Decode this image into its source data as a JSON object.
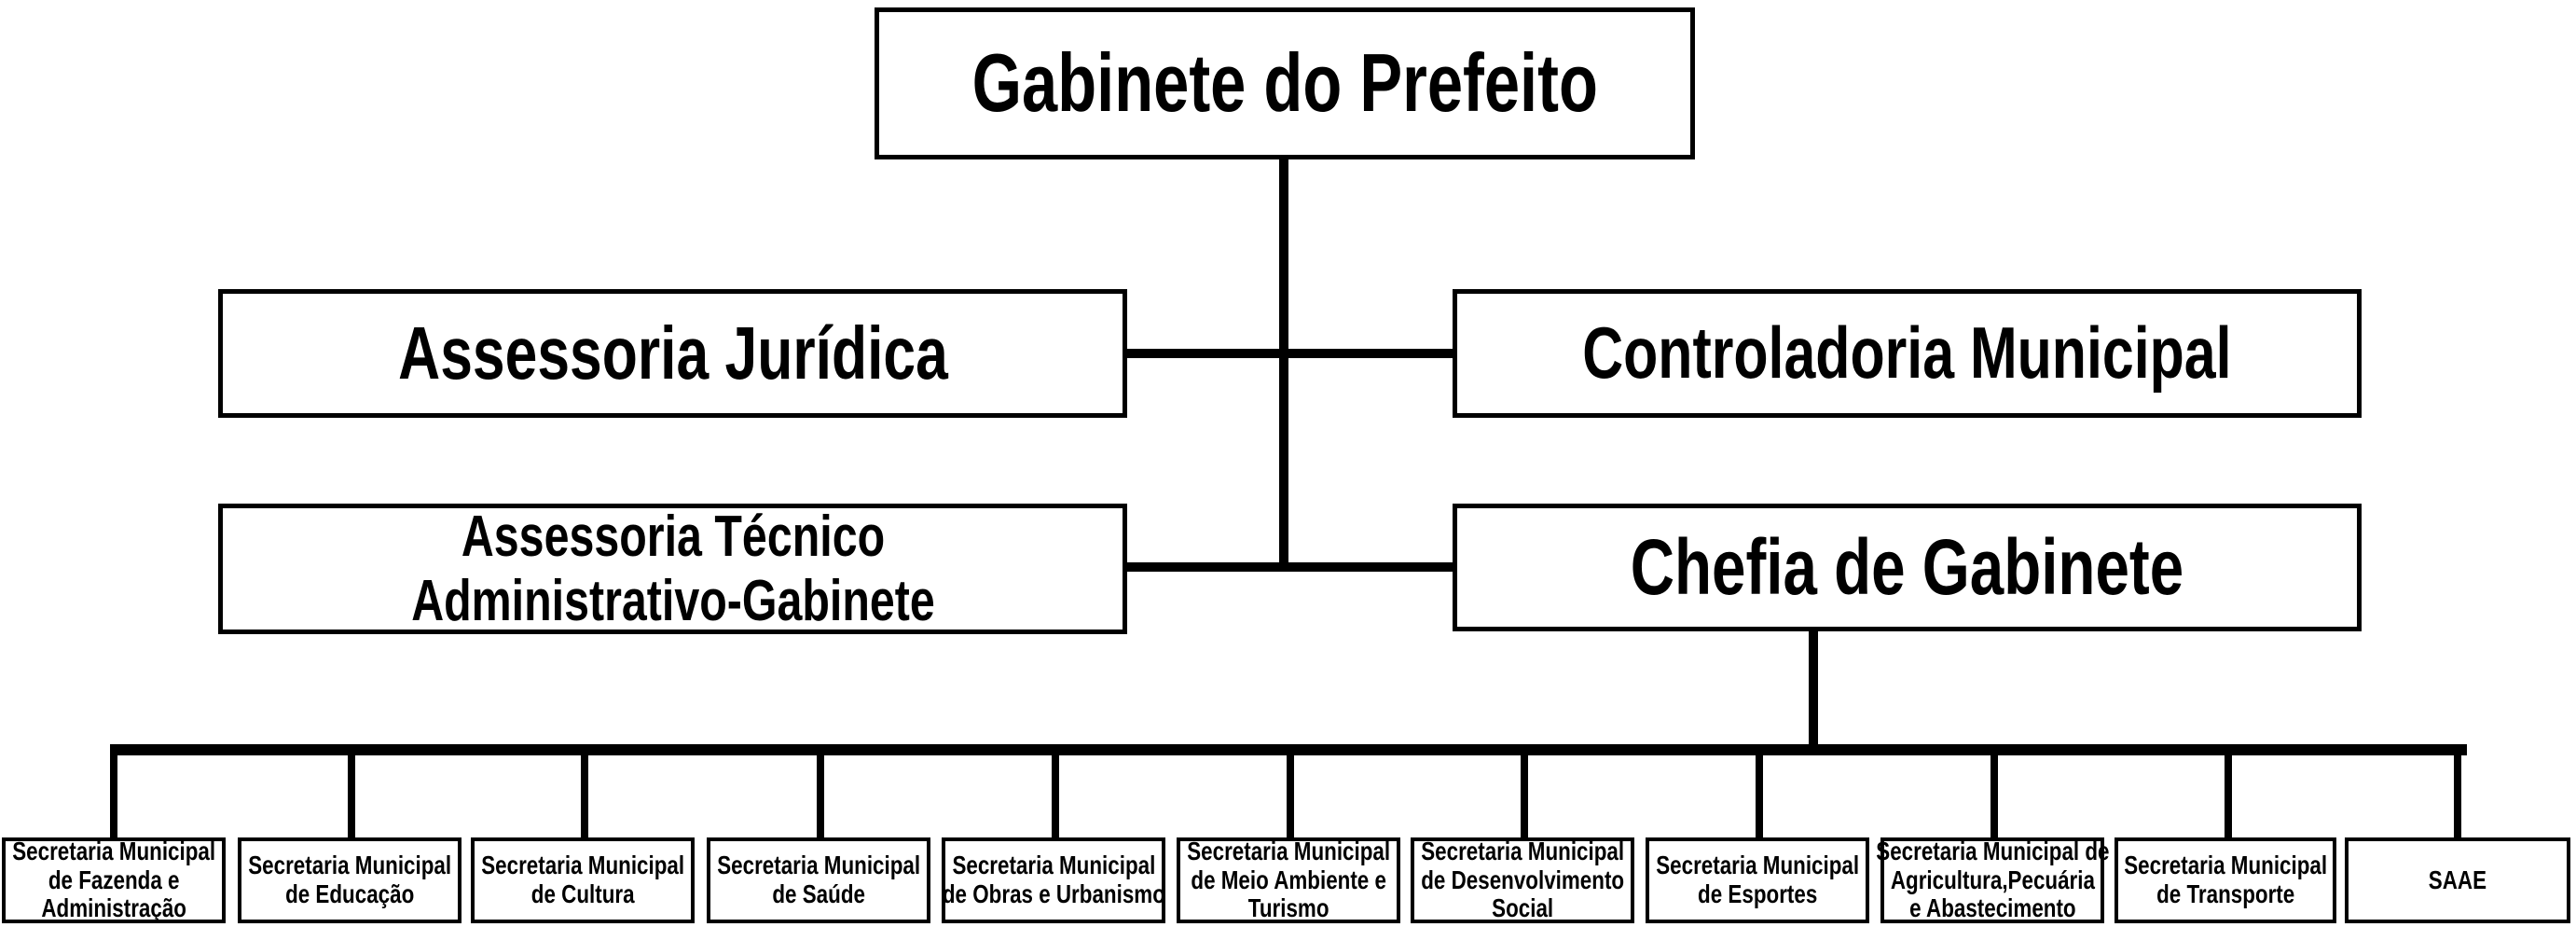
{
  "diagram": {
    "type": "organizational-chart",
    "background_color": "#ffffff",
    "line_color": "#000000",
    "box_border_color": "#000000",
    "text_color": "#000000",
    "root": {
      "label": "Gabinete do Prefeito"
    },
    "level2": {
      "left": {
        "label": "Assessoria Jurídica"
      },
      "right": {
        "label": "Controladoria Municipal"
      }
    },
    "level3": {
      "left": {
        "lines": [
          "Assessoria Técnico",
          "Administrativo-Gabinete"
        ]
      },
      "right": {
        "label": "Chefia de Gabinete"
      }
    },
    "secretariats": [
      {
        "lines": [
          "Secretaria Municipal",
          "de Fazenda e",
          "Administração"
        ]
      },
      {
        "lines": [
          "Secretaria Municipal",
          "de Educação"
        ]
      },
      {
        "lines": [
          "Secretaria Municipal",
          "de Cultura"
        ]
      },
      {
        "lines": [
          "Secretaria Municipal",
          "de Saúde"
        ]
      },
      {
        "lines": [
          "Secretaria Municipal",
          "de Obras e Urbanismo"
        ]
      },
      {
        "lines": [
          "Secretaria Municipal",
          "de Meio Ambiente e",
          "Turismo"
        ]
      },
      {
        "lines": [
          "Secretaria Municipal",
          "de Desenvolvimento",
          "Social"
        ]
      },
      {
        "lines": [
          "Secretaria Municipal",
          "de Esportes"
        ]
      },
      {
        "lines": [
          "Secretaria Municipal de",
          "Agricultura,Pecuária",
          "e Abastecimento"
        ]
      },
      {
        "lines": [
          "Secretaria Municipal",
          "de Transporte"
        ]
      },
      {
        "lines": [
          "SAAE"
        ]
      }
    ]
  }
}
